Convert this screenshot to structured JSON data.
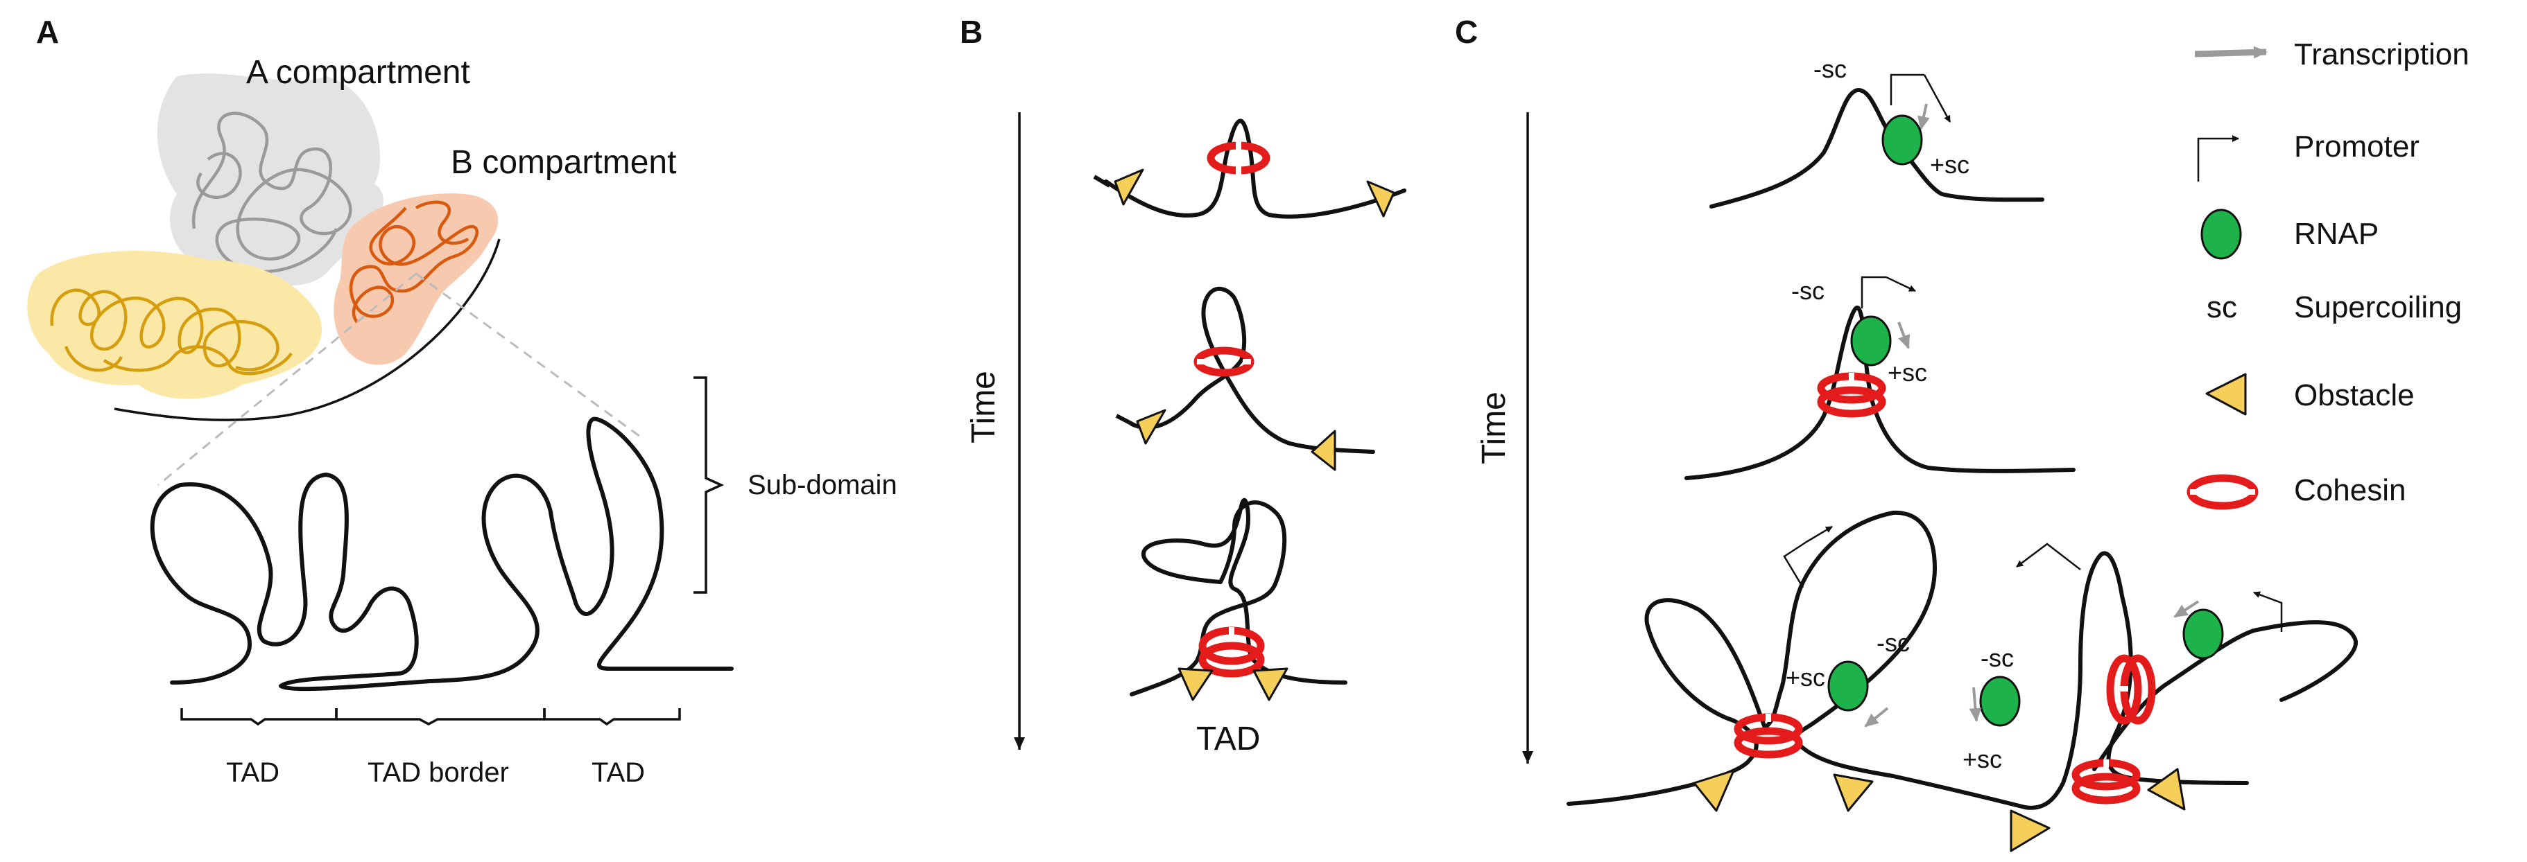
{
  "colors": {
    "rnap": "#1db34a",
    "cohesin": "#e31b1b",
    "obstacle": "#f5cf5a",
    "transcription_arrow": "#9a9a9a",
    "a_compartment": "#e3e3e3",
    "b_compartment": "#f7c9ae",
    "yellow_domain": "#fbe7a6",
    "line": "#111111"
  },
  "panels": {
    "a": {
      "letter": "A",
      "a_compartment": "A compartment",
      "b_compartment": "B compartment",
      "sub_domain": "Sub-domain",
      "tad_left": "TAD",
      "tad_border": "TAD border",
      "tad_right": "TAD"
    },
    "b": {
      "letter": "B",
      "time": "Time",
      "tad": "TAD"
    },
    "c": {
      "letter": "C",
      "time": "Time",
      "neg_sc": "-sc",
      "pos_sc": "+sc"
    }
  },
  "legend": {
    "items": [
      {
        "key": "transcription",
        "symbol": "transcription-arrow",
        "label": "Transcription"
      },
      {
        "key": "promoter",
        "symbol": "promoter-arrow",
        "label": "Promoter"
      },
      {
        "key": "rnap",
        "symbol": "green-circle",
        "label": "RNAP"
      },
      {
        "key": "supercoiling",
        "symbol": "sc",
        "label": "Supercoiling"
      },
      {
        "key": "obstacle",
        "symbol": "yellow-triangle",
        "label": "Obstacle"
      },
      {
        "key": "cohesin",
        "symbol": "red-ring",
        "label": "Cohesin"
      }
    ]
  }
}
